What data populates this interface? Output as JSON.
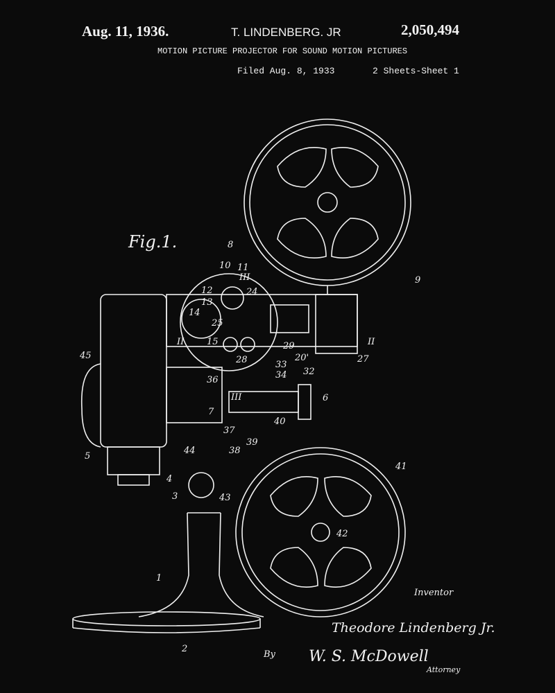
{
  "header": {
    "date": "Aug. 11, 1936.",
    "inventor_header": "T. LINDENBERG. JR",
    "patent_number": "2,050,494",
    "title": "MOTION PICTURE PROJECTOR FOR SOUND MOTION PICTURES",
    "filed": "Filed Aug. 8, 1933",
    "sheets": "2 Sheets-Sheet 1"
  },
  "figure": {
    "label": "Fig.1.",
    "numerals": {
      "n8": "8",
      "n9": "9",
      "n10": "10",
      "n11": "11",
      "n3a": "III",
      "n12": "12",
      "n13": "13",
      "n24": "24",
      "n14": "14",
      "n25": "25",
      "n15": "15",
      "n2a": "II",
      "n2b": "II",
      "n29": "29",
      "n28": "28",
      "n20": "20'",
      "n27": "27",
      "n45": "45",
      "n33": "33",
      "n34": "34",
      "n32": "32",
      "n36": "36",
      "n6": "6",
      "n3b": "III",
      "n7": "7",
      "n5": "5",
      "n37": "37",
      "n40": "40",
      "n39": "39",
      "n38": "38",
      "n41": "41",
      "n44": "44",
      "n4": "4",
      "n3": "3",
      "n43": "43",
      "n42": "42",
      "n1": "1",
      "n2": "2"
    }
  },
  "signatures": {
    "inventor_label": "Inventor",
    "inventor_name": "Theodore Lindenberg Jr.",
    "by": "By",
    "attorney_name": "W. S. McDowell",
    "attorney_label": "Attorney"
  }
}
